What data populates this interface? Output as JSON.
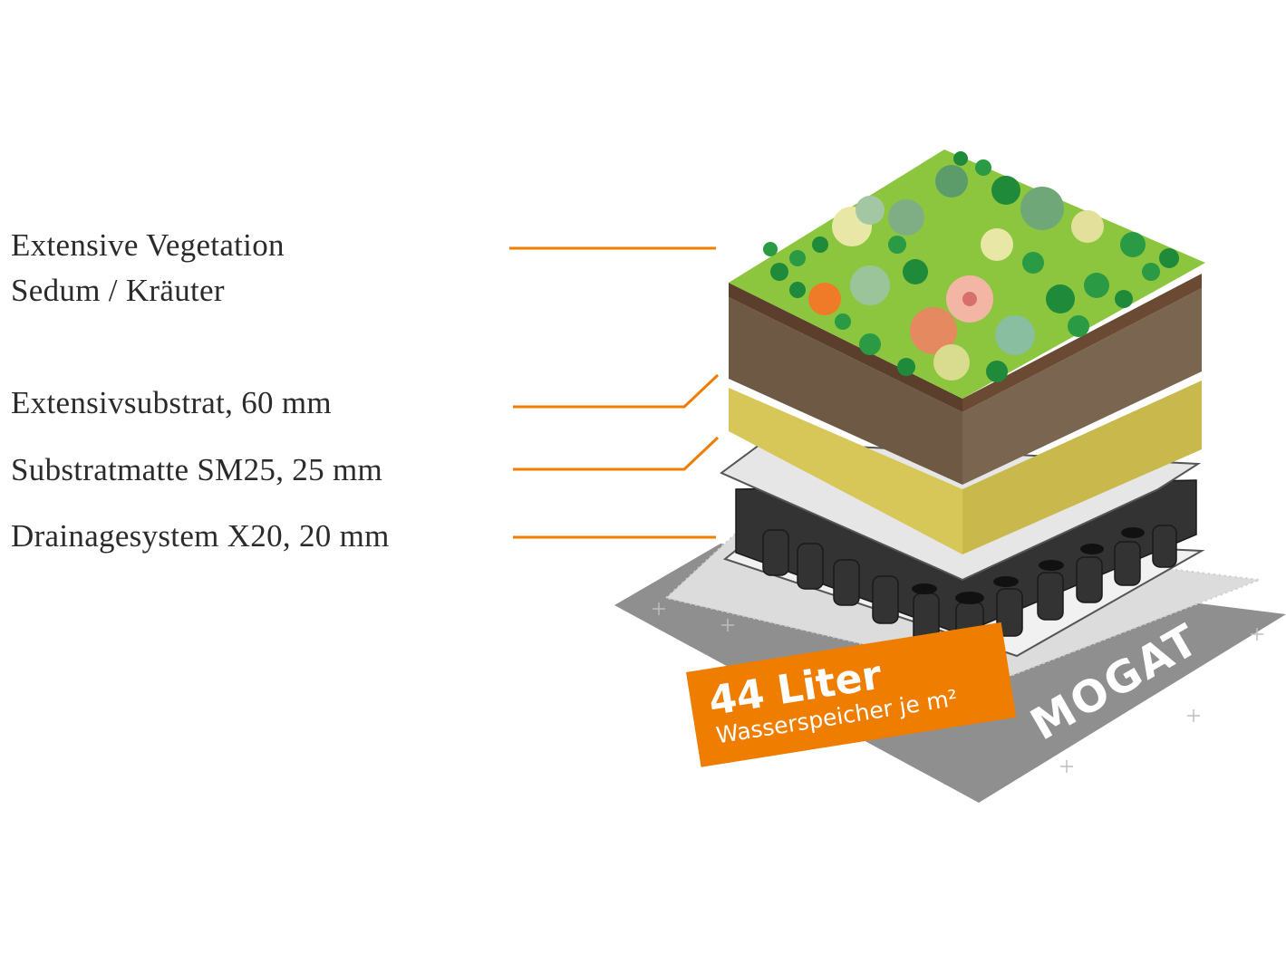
{
  "layers": [
    {
      "line1": "Extensive Vegetation",
      "line2": "Sedum / Kräuter"
    },
    {
      "line1": "Extensivsubstrat, 60 mm"
    },
    {
      "line1": "Substratmatte SM25, 25 mm"
    },
    {
      "line1": "Drainagesystem X20, 20 mm"
    }
  ],
  "badge": {
    "value": "44 Liter",
    "caption": "Wasserspeicher je m²"
  },
  "brand": "MOGAT",
  "colors": {
    "leader_line": "#ee7d00",
    "badge": "#ee7d00",
    "substrate": "#6e5a44",
    "mat": "#d7c658",
    "drainage": "#2f2f2f",
    "membrane": "#8f8f8f"
  }
}
